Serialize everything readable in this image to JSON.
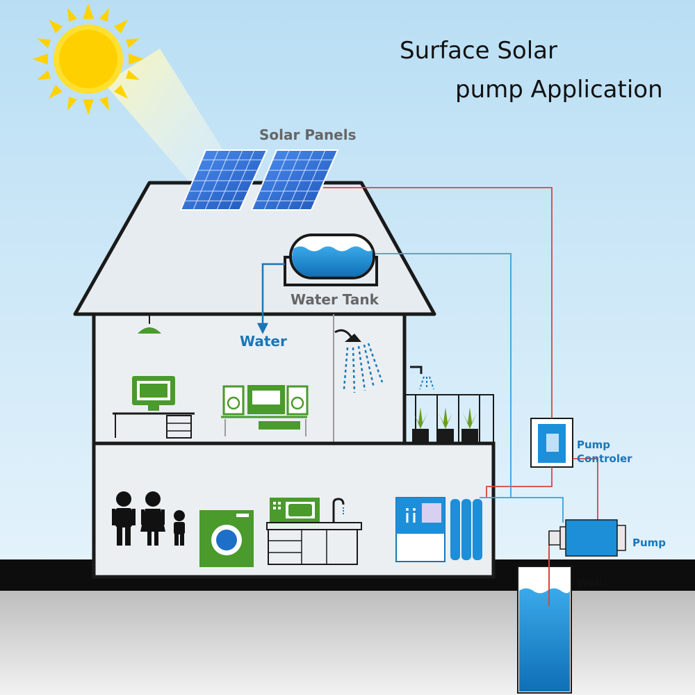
{
  "title": {
    "line1": "Surface Solar",
    "line2": "pump Application"
  },
  "labels": {
    "solar_panels": "Solar Panels",
    "water_tank": "Water Tank",
    "water": "Water",
    "pump_controller_line1": "Pump",
    "pump_controller_line2": "Controler",
    "pump": "Pump",
    "well": "Well"
  },
  "colors": {
    "sky_top": "#bde0f5",
    "sky_bottom": "#dff1fb",
    "sun": "#ffd200",
    "house_fill": "#e8edf1",
    "outline": "#1a1a1a",
    "water_blue": "#1d8fd9",
    "panel_blue": "#2f6fd6",
    "appliance_green": "#4a9a2c",
    "power_line": "#d9453a",
    "water_line": "#3aa0d8",
    "ground": "#0d0d0d"
  }
}
